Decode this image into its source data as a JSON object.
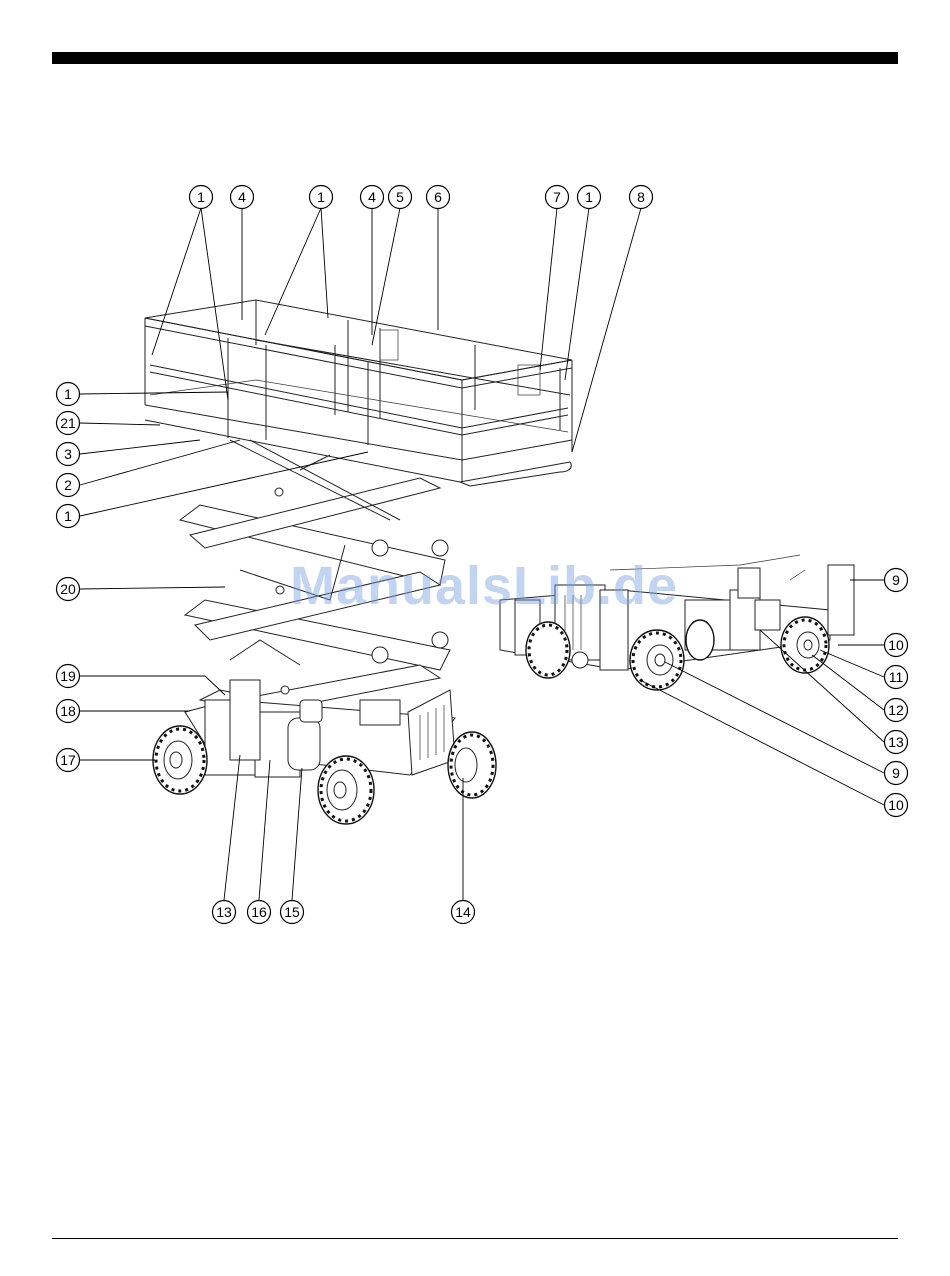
{
  "watermark": "ManualsLib.de",
  "callouts": [
    {
      "id": "c-1a",
      "label": "1"
    },
    {
      "id": "c-4a",
      "label": "4"
    },
    {
      "id": "c-1b",
      "label": "1"
    },
    {
      "id": "c-4b",
      "label": "4"
    },
    {
      "id": "c-5",
      "label": "5"
    },
    {
      "id": "c-6",
      "label": "6"
    },
    {
      "id": "c-7",
      "label": "7"
    },
    {
      "id": "c-1c",
      "label": "1"
    },
    {
      "id": "c-8",
      "label": "8"
    },
    {
      "id": "c-1d",
      "label": "1"
    },
    {
      "id": "c-21",
      "label": "21"
    },
    {
      "id": "c-3",
      "label": "3"
    },
    {
      "id": "c-2",
      "label": "2"
    },
    {
      "id": "c-1e",
      "label": "1"
    },
    {
      "id": "c-20",
      "label": "20"
    },
    {
      "id": "c-19",
      "label": "19"
    },
    {
      "id": "c-18",
      "label": "18"
    },
    {
      "id": "c-17",
      "label": "17"
    },
    {
      "id": "c-13a",
      "label": "13"
    },
    {
      "id": "c-16",
      "label": "16"
    },
    {
      "id": "c-15",
      "label": "15"
    },
    {
      "id": "c-14",
      "label": "14"
    },
    {
      "id": "c-9a",
      "label": "9"
    },
    {
      "id": "c-10a",
      "label": "10"
    },
    {
      "id": "c-11",
      "label": "11"
    },
    {
      "id": "c-12",
      "label": "12"
    },
    {
      "id": "c-13b",
      "label": "13"
    },
    {
      "id": "c-9b",
      "label": "9"
    },
    {
      "id": "c-10b",
      "label": "10"
    }
  ]
}
